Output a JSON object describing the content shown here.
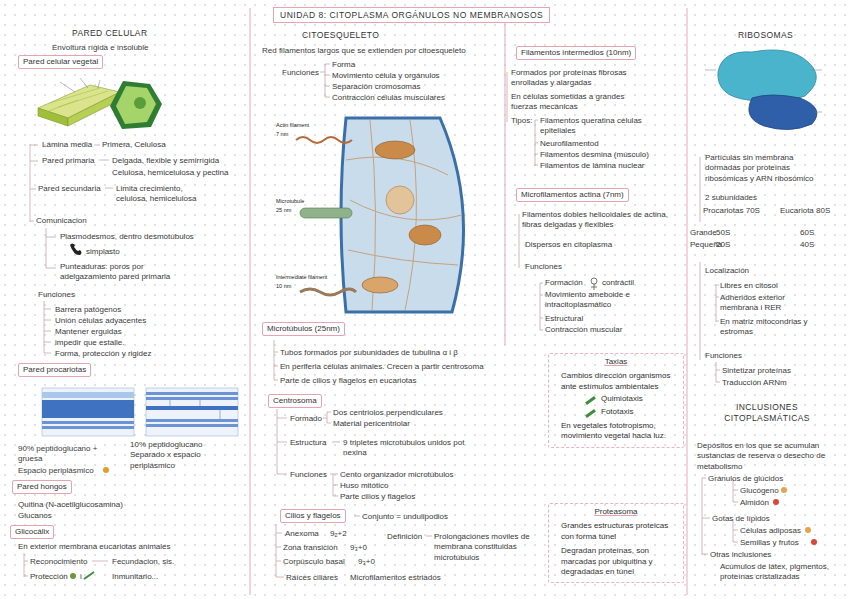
{
  "diagram": {
    "title": "UNIDAD 8: CITOPLASMA ORGÁNULOS NO MEMBRANOSOS",
    "nodes": [
      {
        "text": [
          "Pared celular vegetal"
        ]
      },
      {
        "text": [
          "Pared procariotas"
        ]
      },
      {
        "text": [
          "Pared hongos"
        ]
      },
      {
        "text": [
          "Glicocálix"
        ]
      },
      {
        "text": [
          "Microtúbulos (25nm)"
        ]
      },
      {
        "text": [
          "Centrosoma"
        ]
      },
      {
        "text": [
          "Cilios y flagelos"
        ]
      },
      {
        "text": [
          "Filamentos intermedios (10nm)"
        ]
      },
      {
        "text": [
          "Microfilamentos actina (7nm)"
        ]
      },
      {
        "text": [
          "Taxias",
          "Cambios dirección organismos ante estímulos ambientales",
          "Quimiotaxis",
          "Fototaxis",
          "En vegetales fototropismo, movimiento vegetal hacia luz."
        ]
      },
      {
        "text": [
          "Proteasoma",
          "Grandes estructuras proteicas con forma túnel",
          "Degradan proteínas, son marcadas por ubiquitina y degradadas en túnel"
        ]
      }
    ],
    "labels": [
      "PARED CELULAR",
      "Envoltura rígida e insoluble",
      "Lámina media",
      "Primera, Celulosa",
      "Pared primaria",
      "Delgada, flexible y semirrígida",
      "Celulosa, hemicelulosa y pectina",
      "Pared secundaria",
      "Limita crecimiento, celulosa, hemicelulosa",
      "Comunicacion",
      "Plasmodesmos, dentro desmotúbulos",
      "simplasto",
      "Punteaduras: poros por adelgazamiento pared primaria",
      "Funciones",
      "Barrera patógenos",
      "Unión células adyacentes",
      "Mantener erguidas",
      "impedir que estalle.",
      "Forma, protección y rigidez",
      "90% peptidoglucano + gruesa",
      "Espacio periplásmico",
      "10% peptidoglucano Separado x espacio periplásmico",
      "Quitina (N-acetilglucosamina)",
      "Glucanos",
      "En exterior membrana eucariotas animales",
      "Reconocimiento",
      "Fecundacion, sis.",
      "Protección",
      "i",
      "Inmunitario...",
      "CITOESQUELETO",
      "Red filamentos largos que se extienden por citoesqueleto",
      "Funciones",
      "Forma",
      "Movimiento célula y orgánulos",
      "Separación cromosomas",
      "Contracción células musculares",
      "Actin filament",
      "7 nm",
      "Microtubule",
      "25 nm",
      "Intermediate filament",
      "10 nm",
      "Tubos formados por subunidades de tubulina α i β",
      "En periferia células animales. Crecen a partir centrosoma",
      "Parte de cilios y flagelos en eucariotas",
      "Formado",
      "Dos centriolos perpendiculares",
      "Material pericentriolar",
      "Estructura",
      "9 tripletes microtúbulos unidos pot nexina",
      "Funciones",
      "Cento organizador microtúbulos",
      "Huso mitótico",
      "Parte cilios y flagelos",
      "Conjunto = undulipodios",
      "Anexoma",
      "9₂+2",
      "Zona transición",
      "9₃+0",
      "Corpúsculo basal",
      "9₃+0",
      "Raíces ciliares",
      "Microfilamentos estriados",
      "Definición",
      "Prolongaciones moviles de membrana constituidas microtúbulos",
      "Formados por proteínas fibrosas enrolladas y alargadas",
      "En células sometidas a grandes fuerzas mecánicas",
      "Tipos:",
      "Filamentos queratina células epiteliales",
      "Neurofilamentod",
      "Filamentos desmina (músculo)",
      "Filamentos de lámina nuclear",
      "Filamentos dobles helicoidales de actina, fibras delgadas y flexibles",
      "Dispersos en citoplasma",
      "Funciones",
      "Formación",
      "contráctil",
      "Movimiento ameboide e intracitoplasmático",
      "Estructural",
      "Contracción muscular",
      "RIBOSOMAS",
      "Partículas sin membrana dormadas por proteínas ribosómicas y ARN ribosómico",
      "2 subunidades",
      "Procariotas 70S",
      "Eucariota 80S",
      "Grande",
      "50S",
      "60S",
      "Pequeña",
      "20S",
      "40S",
      "Localización",
      "Libres en citosol",
      "Adheridos exterior membrana i RER",
      "En matriz mitocondrias y estromas",
      "Funciones",
      "Sintetizar proteínas",
      "Traducción ARNm",
      "INCLUSIONES CITOPLASMÁTICAS",
      "Depósitos en los que se acumulan sustancias de reserva o desecho de metabolismo",
      "Gránulos de glúcidos",
      "Glucógeno",
      "Almidón",
      "Gotas de lípidos",
      "Células adiposas",
      "Semillas y frutos",
      "Otras inclusiones",
      "Acúmulos de látex, pigmentos, proteínas cristalizadas"
    ]
  }
}
